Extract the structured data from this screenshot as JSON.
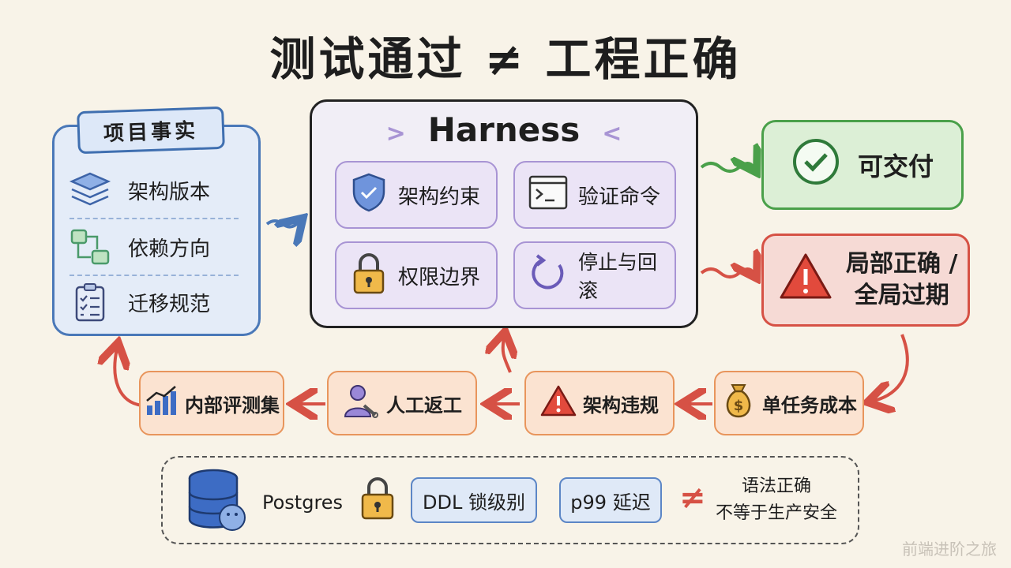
{
  "title": "测试通过 ≠ 工程正确",
  "project_facts": {
    "label": "项目事实",
    "items": [
      {
        "label": "架构版本",
        "icon": "layers-icon"
      },
      {
        "label": "依赖方向",
        "icon": "dependency-icon"
      },
      {
        "label": "迁移规范",
        "icon": "checklist-icon"
      }
    ]
  },
  "harness": {
    "title": "Harness",
    "items": [
      {
        "label": "架构约束",
        "icon": "shield-icon"
      },
      {
        "label": "验证命令",
        "icon": "terminal-icon"
      },
      {
        "label": "权限边界",
        "icon": "lock-icon"
      },
      {
        "label": "停止与回滚",
        "icon": "rollback-icon"
      }
    ]
  },
  "outcomes": {
    "deliverable": "可交付",
    "stale_line1": "局部正确 /",
    "stale_line2": "全局过期"
  },
  "costs": [
    {
      "label": "内部评测集",
      "icon": "chart-icon"
    },
    {
      "label": "人工返工",
      "icon": "worker-icon"
    },
    {
      "label": "架构违规",
      "icon": "warning-icon"
    },
    {
      "label": "单任务成本",
      "icon": "money-bag-icon"
    }
  ],
  "footer": {
    "db": "Postgres",
    "ddl": "DDL 锁级别",
    "latency": "p99 延迟",
    "neq": "≠",
    "note_line1": "语法正确",
    "note_line2": "不等于生产安全"
  },
  "watermark": "前端进阶之旅",
  "colors": {
    "blue": "#4a78b8",
    "purple": "#a894d4",
    "green": "#4aa04a",
    "red": "#d65145",
    "orange": "#e8955c"
  }
}
